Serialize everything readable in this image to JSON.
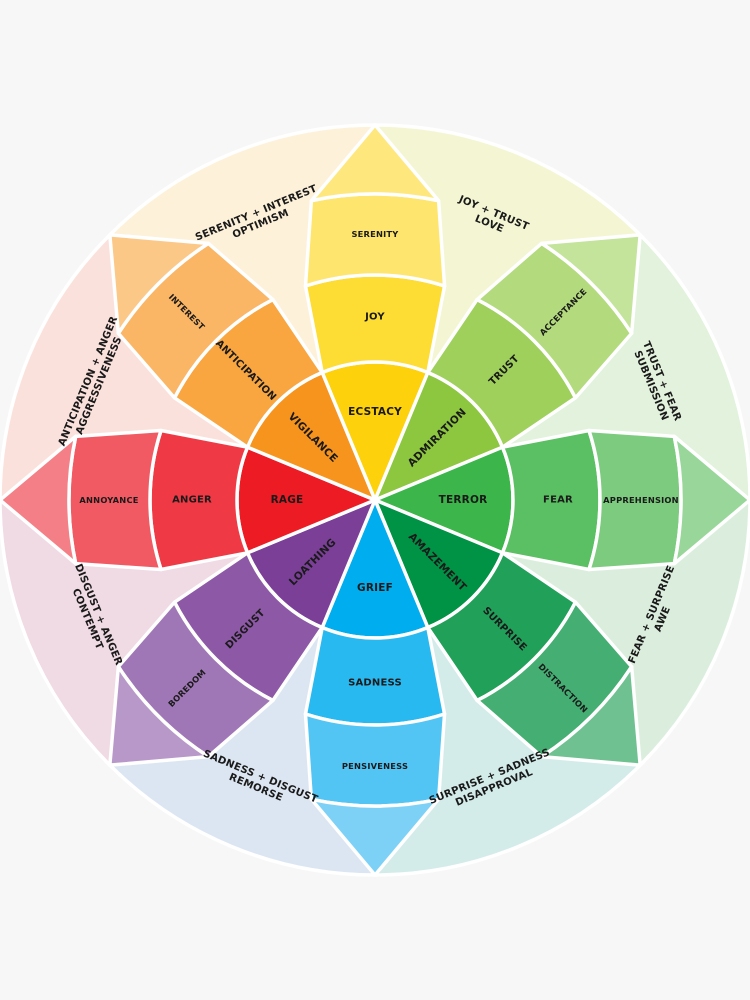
{
  "emotions": [
    {
      "inner": "ECSTACY",
      "mid": "JOY",
      "outer": "SERENITY",
      "colors": [
        "#fdd10b",
        "#fddc33",
        "#fee66e",
        "#fee87e"
      ]
    },
    {
      "inner": "ADMIRATION",
      "mid": "TRUST",
      "outer": "ACCEPTANCE",
      "colors": [
        "#8dc63f",
        "#9fd05b",
        "#b3da7d",
        "#c4e39b"
      ]
    },
    {
      "inner": "TERROR",
      "mid": "FEAR",
      "outer": "APPREHENSION",
      "colors": [
        "#3cb54a",
        "#5bbf63",
        "#7ccb7f",
        "#98d69a"
      ]
    },
    {
      "inner": "AMAZEMENT",
      "mid": "SURPRISE",
      "outer": "DISTRACTION",
      "colors": [
        "#009245",
        "#21a05a",
        "#45ae73",
        "#6fc191"
      ]
    },
    {
      "inner": "GRIEF",
      "mid": "SADNESS",
      "outer": "PENSIVENESS",
      "colors": [
        "#00aeef",
        "#29b9f1",
        "#53c5f4",
        "#7dd1f7"
      ]
    },
    {
      "inner": "LOATHING",
      "mid": "DISGUST",
      "outer": "BOREDOM",
      "colors": [
        "#7b3f98",
        "#8d58a6",
        "#a077b6",
        "#b898c9"
      ]
    },
    {
      "inner": "RAGE",
      "mid": "ANGER",
      "outer": "ANNOYANCE",
      "colors": [
        "#ed1c24",
        "#ef3a45",
        "#f15963",
        "#f47f86"
      ]
    },
    {
      "inner": "VIGILANCE",
      "mid": "ANTICIPATION",
      "outer": "INTEREST",
      "colors": [
        "#f7941d",
        "#f9a640",
        "#fab565",
        "#fcc888"
      ]
    }
  ],
  "dyads": [
    {
      "line1": "JOY + TRUST",
      "line2": "LOVE",
      "color": "#f4f6d3"
    },
    {
      "line1": "TRUST + FEAR",
      "line2": "SUBMISSION",
      "color": "#e2f2dc"
    },
    {
      "line1": "FEAR + SURPRISE",
      "line2": "AWE",
      "color": "#dbeedd"
    },
    {
      "line1": "SURPRISE + SADNESS",
      "line2": "DISAPPROVAL",
      "color": "#d3ecea"
    },
    {
      "line1": "SADNESS + DISGUST",
      "line2": "REMORSE",
      "color": "#dce6f2"
    },
    {
      "line1": "DISGUST + ANGER",
      "line2": "CONTEMPT",
      "color": "#f0dae3"
    },
    {
      "line1": "ANTICIPATION + ANGER",
      "line2": "AGGRESSIVENESS",
      "color": "#fbe1dc"
    },
    {
      "line1": "SERENITY + INTEREST",
      "line2": "OPTIMISM",
      "color": "#fdf1d9"
    }
  ]
}
